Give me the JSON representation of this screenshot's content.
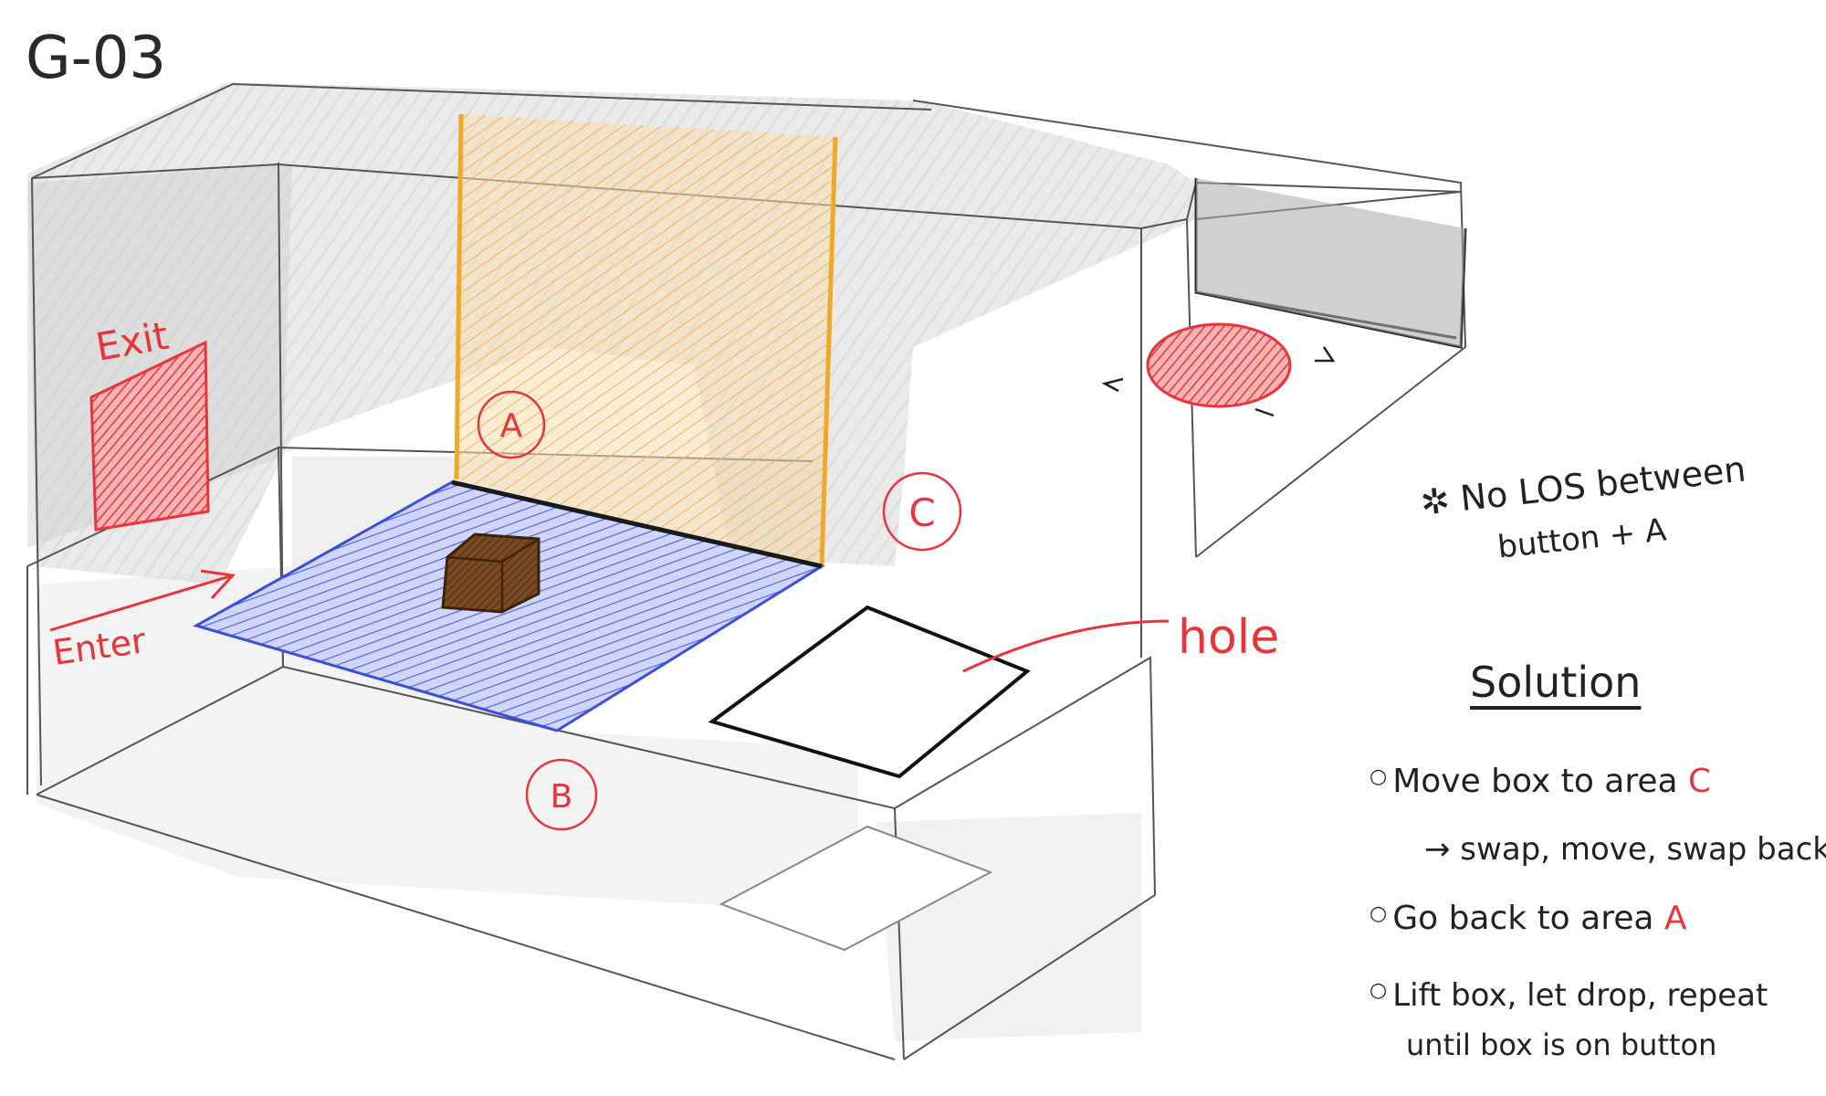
{
  "title": "G-03",
  "labels": {
    "exit": "Exit",
    "enter": "Enter",
    "area_a": "A",
    "area_b": "B",
    "area_c": "C",
    "hole": "hole"
  },
  "note": {
    "star": "✲",
    "line1": "No LOS between",
    "line2": "button + A"
  },
  "solution": {
    "heading": "Solution",
    "steps": [
      {
        "text": "Move box to area ",
        "area": "C"
      },
      {
        "text": "→ swap, move, swap back",
        "area": ""
      },
      {
        "text": "Go back to area ",
        "area": "A"
      },
      {
        "text": "Lift box, let drop, repeat",
        "area": ""
      },
      {
        "text": "until box is on button",
        "area": ""
      }
    ]
  },
  "colors": {
    "red": "#e8343a",
    "blue": "#3b4fd8",
    "orange": "#f2a93b",
    "box": "#6b3f1c",
    "shadow": "#cfcfcf",
    "ink": "#2a2a2a"
  }
}
